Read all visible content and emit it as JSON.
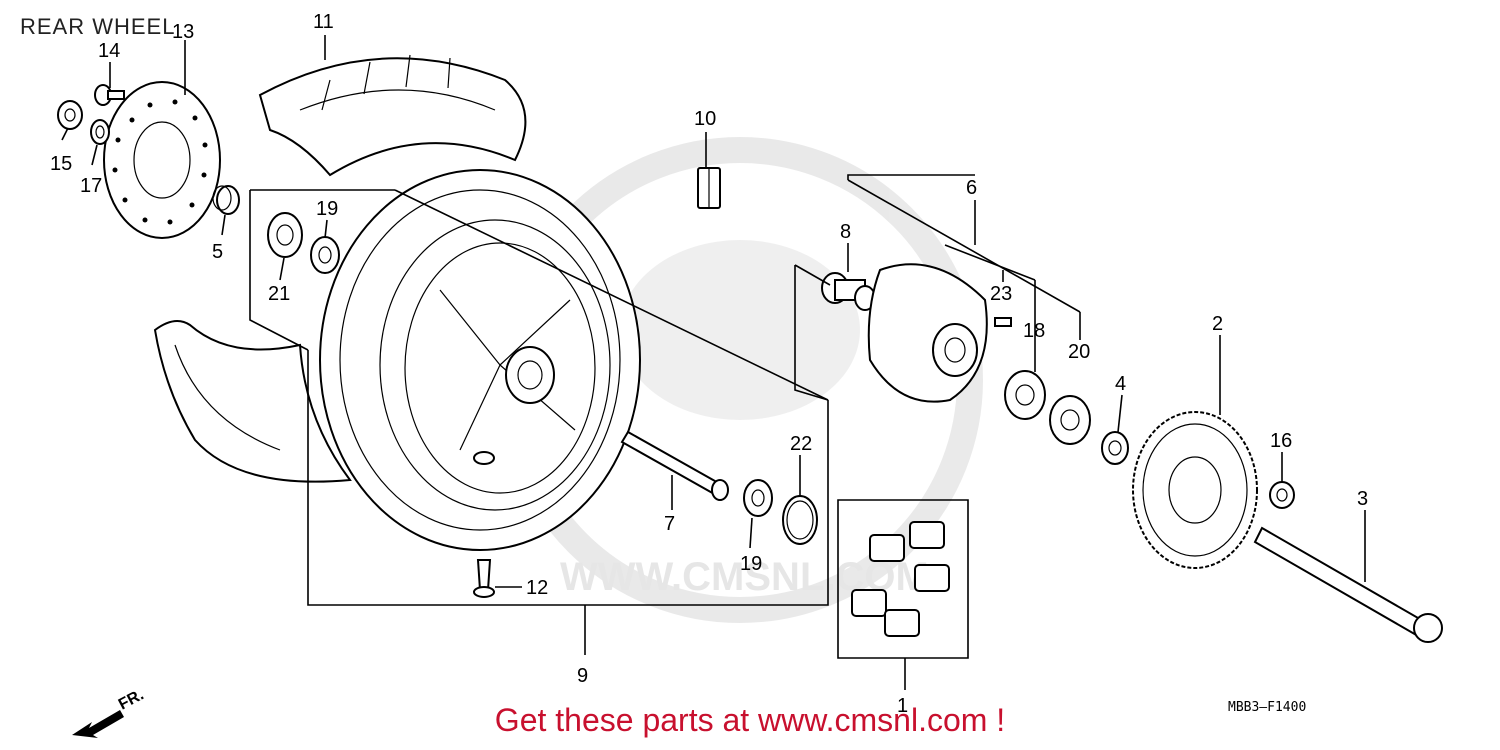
{
  "title": "REAR WHEEL",
  "footer": "Get these parts at www.cmsnl.com !",
  "diagram_code": "MBB3—F1400",
  "front_marker": "FR.",
  "watermark_text": "WWW.CMSNL.COM",
  "callouts": [
    "1",
    "2",
    "3",
    "4",
    "5",
    "6",
    "7",
    "8",
    "9",
    "10",
    "11",
    "12",
    "13",
    "14",
    "15",
    "16",
    "17",
    "18",
    "19",
    "19",
    "20",
    "21",
    "22",
    "23"
  ],
  "colors": {
    "footer": "#c8102e",
    "ink": "#000000",
    "watermark": "#d9d9d9"
  }
}
